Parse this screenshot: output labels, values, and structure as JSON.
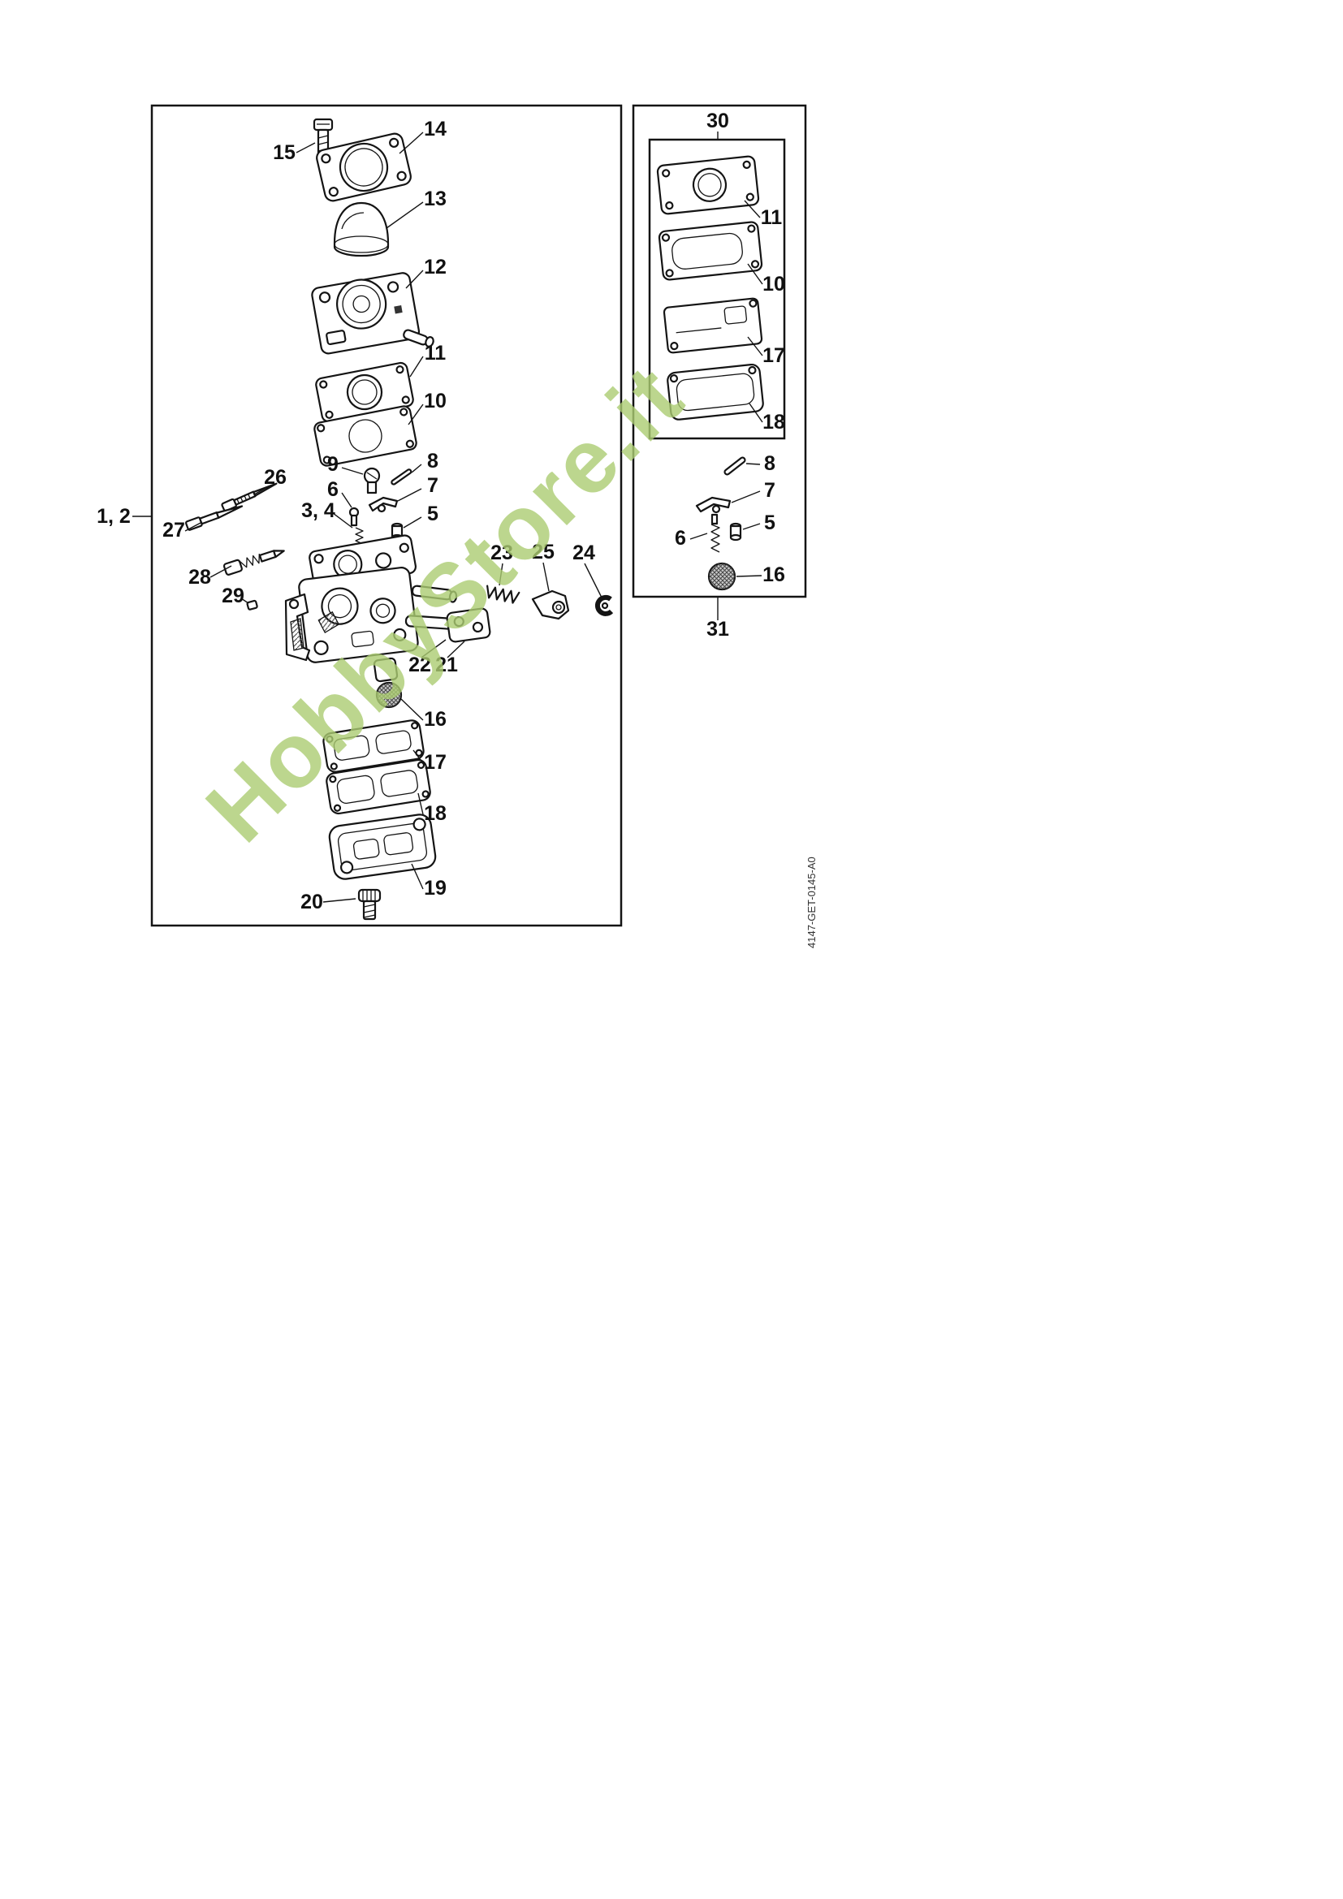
{
  "page": {
    "watermark_text": "HobbyStore.it",
    "watermark_color": "#accd72",
    "doc_code": "4147-GET-0145-A0",
    "line_color": "#141414"
  },
  "main_panel": {
    "outside_label": "1, 2",
    "callouts": {
      "c15": "15",
      "c14": "14",
      "c13": "13",
      "c12": "12",
      "c11": "11",
      "c10": "10",
      "c9": "9",
      "c8": "8",
      "c7": "7",
      "c6": "6",
      "c3_4": "3, 4",
      "c5": "5",
      "c26": "26",
      "c27": "27",
      "c28": "28",
      "c29": "29",
      "c23": "23",
      "c25": "25",
      "c24": "24",
      "c22": "22",
      "c21": "21",
      "c16": "16",
      "c17": "17",
      "c18": "18",
      "c19": "19",
      "c20": "20"
    }
  },
  "right_panel": {
    "callouts": {
      "c30": "30",
      "c11": "11",
      "c10": "10",
      "c17": "17",
      "c18": "18",
      "c8": "8",
      "c7": "7",
      "c6": "6",
      "c5": "5",
      "c16": "16",
      "c31": "31"
    }
  }
}
